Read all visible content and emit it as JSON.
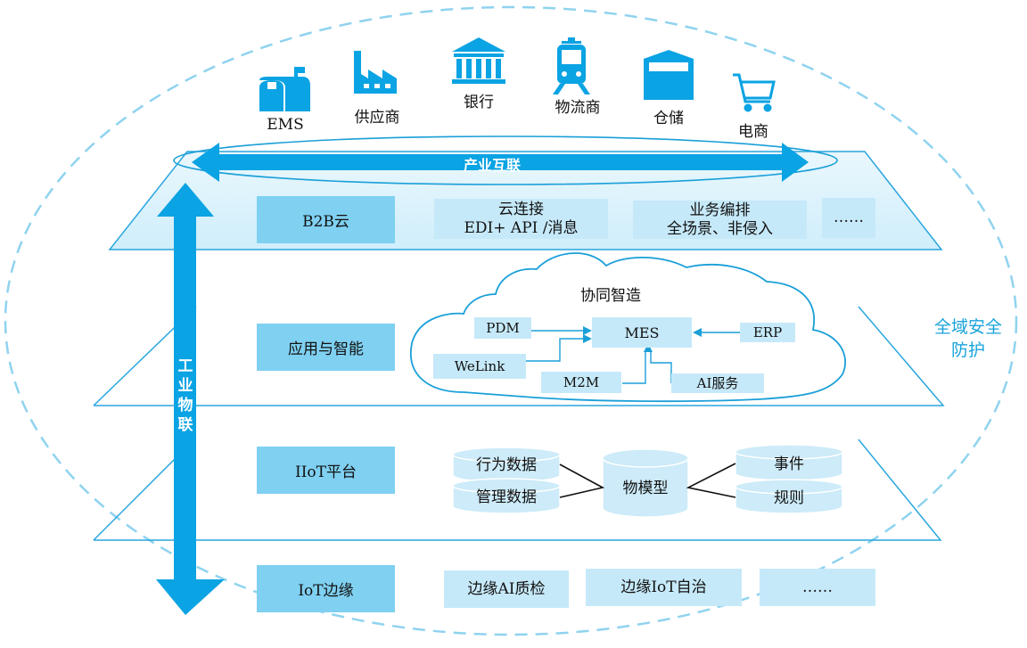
{
  "top_icons": [
    {
      "label": "EMS",
      "icon": "mailbox-icon"
    },
    {
      "label": "供应商",
      "icon": "factory-icon"
    },
    {
      "label": "银行",
      "icon": "bank-icon"
    },
    {
      "label": "物流商",
      "icon": "train-icon"
    },
    {
      "label": "仓储",
      "icon": "warehouse-icon"
    },
    {
      "label": "电商",
      "icon": "shopping-cart-icon"
    }
  ],
  "industry_link": "产业互联",
  "iiot_vertical": "工业物联",
  "security": {
    "line1": "全域安全",
    "line2": "防护"
  },
  "layer_b2b": {
    "name": "B2B云",
    "cloud_connect": {
      "line1": "云连接",
      "line2": "EDI+ API /消息"
    },
    "orchestration": {
      "line1": "业务编排",
      "line2": "全场景、非侵入"
    },
    "more": "……"
  },
  "layer_app": {
    "name": "应用与智能",
    "cloud_title": "协同智造",
    "nodes": {
      "pdm": "PDM",
      "mes": "MES",
      "erp": "ERP",
      "welink": "WeLink",
      "m2m": "M2M",
      "ai": "AI服务"
    }
  },
  "layer_iiot": {
    "name": "IIoT平台",
    "behavior_data": "行为数据",
    "mgmt_data": "管理数据",
    "model": "物模型",
    "event": "事件",
    "rule": "规则"
  },
  "layer_edge": {
    "name": "IoT边缘",
    "ai_qc": "边缘AI质检",
    "iot_auto": "边缘IoT自治",
    "more": "……"
  },
  "colors": {
    "accent": "#0aa3e3",
    "dashed": "#8fd3ef",
    "dark_box": "#7fd0f1",
    "light_box": "#c6e9f9",
    "plane_fill": "#dff3fb"
  }
}
